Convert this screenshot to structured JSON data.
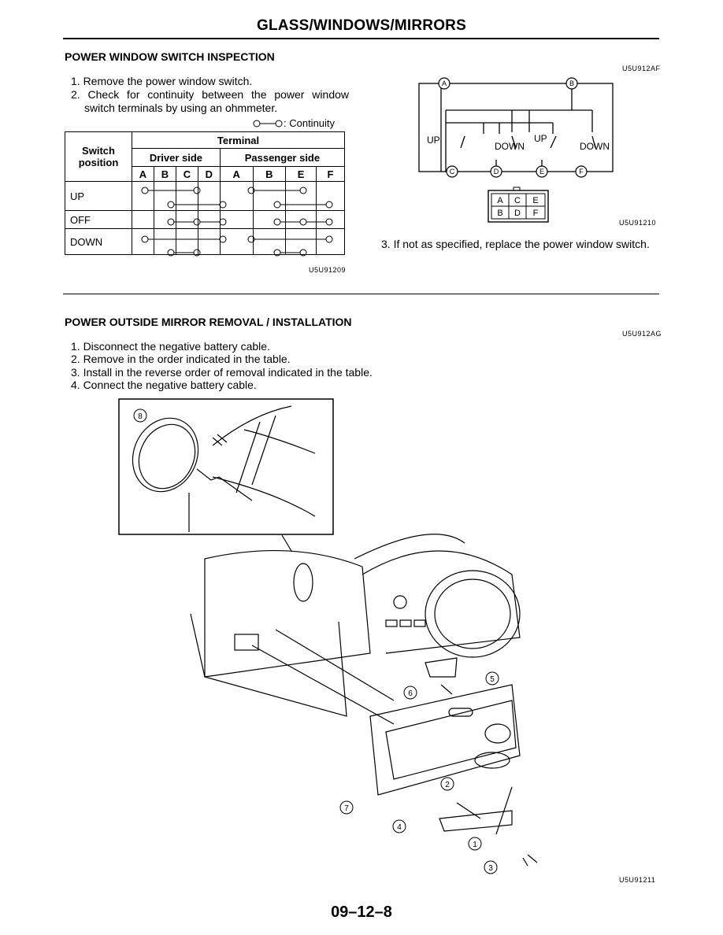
{
  "header": {
    "title": "GLASS/WINDOWS/MIRRORS"
  },
  "section1": {
    "title": "POWER WINDOW SWITCH INSPECTION",
    "code": "U5U912AF",
    "steps": [
      "1. Remove the power window switch.",
      "2. Check for continuity between the power window",
      "switch terminals by using an ohmmeter."
    ],
    "legend": ": Continuity",
    "table": {
      "header_switch": [
        "Switch",
        "position"
      ],
      "header_terminal": "Terminal",
      "header_driver": "Driver side",
      "header_passenger": "Passenger side",
      "columns": [
        "A",
        "B",
        "C",
        "D",
        "A",
        "B",
        "E",
        "F"
      ],
      "rows": [
        "UP",
        "OFF",
        "DOWN"
      ]
    },
    "table_code": "U5U91209",
    "diagram": {
      "terminals_top": [
        "A",
        "B"
      ],
      "terminals_bottom": [
        "C",
        "D",
        "E",
        "F"
      ],
      "labels": [
        "UP",
        "DOWN",
        "UP",
        "DOWN"
      ],
      "connector": [
        "A",
        "C",
        "E",
        "B",
        "D",
        "F"
      ],
      "code": "U5U91210"
    },
    "step3": "3. If not as specified, replace the power window switch."
  },
  "section2": {
    "title": "POWER OUTSIDE MIRROR REMOVAL / INSTALLATION",
    "code": "U5U912AG",
    "steps": [
      "1. Disconnect the negative battery cable.",
      "2. Remove in the order indicated in the table.",
      "3. Install in the reverse order of removal indicated in the table.",
      "4. Connect the negative battery cable."
    ],
    "callouts": [
      "8",
      "5",
      "6",
      "2",
      "7",
      "4",
      "1",
      "3"
    ],
    "figure_code": "U5U91211"
  },
  "footer": {
    "page": "09–12–8"
  }
}
